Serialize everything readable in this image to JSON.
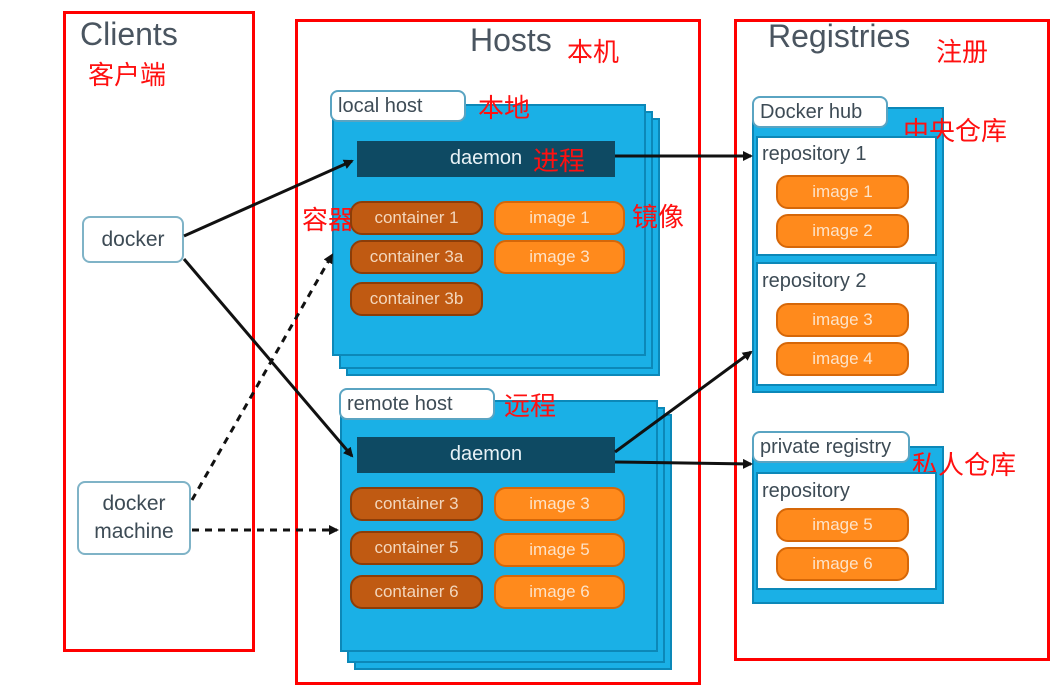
{
  "clients": {
    "title": "Clients",
    "zh": "客户端",
    "docker": "docker",
    "docker_machine_line1": "docker",
    "docker_machine_line2": "machine"
  },
  "hosts": {
    "title": "Hosts",
    "zh": "本机",
    "local": {
      "tag": "local host",
      "tag_zh": "本地",
      "daemon": "daemon",
      "daemon_zh": "进程",
      "containers_zh": "容器",
      "images_zh": "镜像",
      "containers": [
        "container 1",
        "container 3a",
        "container 3b"
      ],
      "images": [
        "image 1",
        "image 3"
      ]
    },
    "remote": {
      "tag": "remote host",
      "tag_zh": "远程",
      "daemon": "daemon",
      "containers": [
        "container 3",
        "container 5",
        "container 6"
      ],
      "images": [
        "image 3",
        "image 5",
        "image 6"
      ]
    }
  },
  "registries": {
    "title": "Registries",
    "zh": "注册",
    "docker_hub": {
      "tag": "Docker hub",
      "zh": "中央仓库",
      "repos": [
        {
          "label": "repository 1",
          "images": [
            "image 1",
            "image 2"
          ]
        },
        {
          "label": "repository 2",
          "images": [
            "image 3",
            "image 4"
          ]
        }
      ]
    },
    "private": {
      "tag": "private registry",
      "zh": "私人仓库",
      "repo_label": "repository",
      "images": [
        "image 5",
        "image 6"
      ]
    }
  },
  "colors": {
    "frame": "#ff0000",
    "host_blue": "#1ab0e6",
    "daemon": "#0e4a63",
    "container": "#c05a12",
    "image": "#ff8a1c"
  }
}
